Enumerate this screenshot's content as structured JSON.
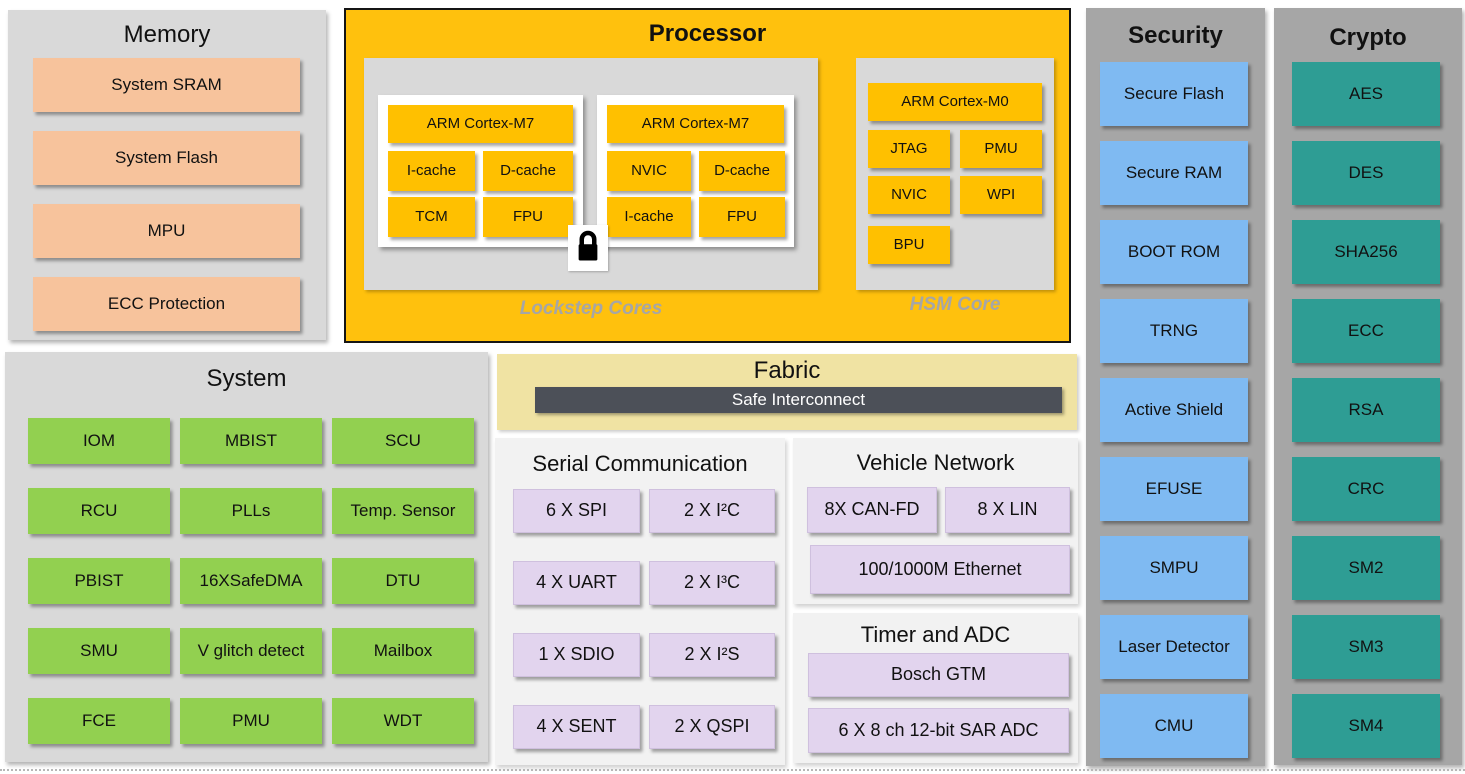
{
  "memory": {
    "title": "Memory",
    "items": [
      "System SRAM",
      "System Flash",
      "MPU",
      "ECC Protection"
    ]
  },
  "processor": {
    "title": "Processor",
    "lockstep": {
      "label": "Lockstep Cores",
      "core1": {
        "cpu": "ARM Cortex-M7",
        "sub": [
          "I-cache",
          "D-cache",
          "TCM",
          "FPU"
        ]
      },
      "core2": {
        "cpu": "ARM Cortex-M7",
        "sub": [
          "NVIC",
          "D-cache",
          "I-cache",
          "FPU"
        ]
      }
    },
    "hsm": {
      "label": "HSM Core",
      "cpu": "ARM Cortex-M0",
      "sub": [
        "JTAG",
        "PMU",
        "NVIC",
        "WPI",
        "BPU"
      ]
    }
  },
  "security": {
    "title": "Security",
    "items": [
      "Secure Flash",
      "Secure RAM",
      "BOOT ROM",
      "TRNG",
      "Active Shield",
      "EFUSE",
      "SMPU",
      "Laser Detector",
      "CMU"
    ]
  },
  "crypto": {
    "title": "Crypto",
    "items": [
      "AES",
      "DES",
      "SHA256",
      "ECC",
      "RSA",
      "CRC",
      "SM2",
      "SM3",
      "SM4"
    ]
  },
  "system": {
    "title": "System",
    "items": [
      "IOM",
      "MBIST",
      "SCU",
      "RCU",
      "PLLs",
      "Temp. Sensor",
      "PBIST",
      "16XSafeDMA",
      "DTU",
      "SMU",
      "V glitch detect",
      "Mailbox",
      "FCE",
      "PMU",
      "WDT"
    ]
  },
  "fabric": {
    "title": "Fabric",
    "bar": "Safe Interconnect"
  },
  "serial": {
    "title": "Serial Communication",
    "items": [
      "6 X SPI",
      "2 X I²C",
      "4 X UART",
      "2 X I³C",
      "1 X SDIO",
      "2 X I²S",
      "4 X SENT",
      "2 X QSPI"
    ]
  },
  "vehicle": {
    "title": "Vehicle Network",
    "items": [
      "8X CAN-FD",
      "8 X LIN",
      "100/1000M Ethernet"
    ]
  },
  "timer_adc": {
    "title": "Timer and ADC",
    "items": [
      "Bosch GTM",
      "6 X 8 ch 12-bit SAR ADC"
    ]
  },
  "icons": {
    "lock": "lock-icon"
  },
  "colors": {
    "processor_bg": "#FFC10D",
    "processor_block": "#FFC000",
    "panel_light_gray": "#D9D9D9",
    "panel_dark_gray": "#A6A6A6",
    "memory_block": "#F7C39C",
    "system_block": "#92D050",
    "security_block": "#7FBAF2",
    "crypto_block": "#2E9D94",
    "peripheral_block": "#E2D4EE",
    "peripheral_panel": "#F2F2F2",
    "fabric_bg": "#F0E3A3",
    "interconnect_bar": "#4C5058",
    "ghost_label_gray": "#A6A6A6"
  }
}
